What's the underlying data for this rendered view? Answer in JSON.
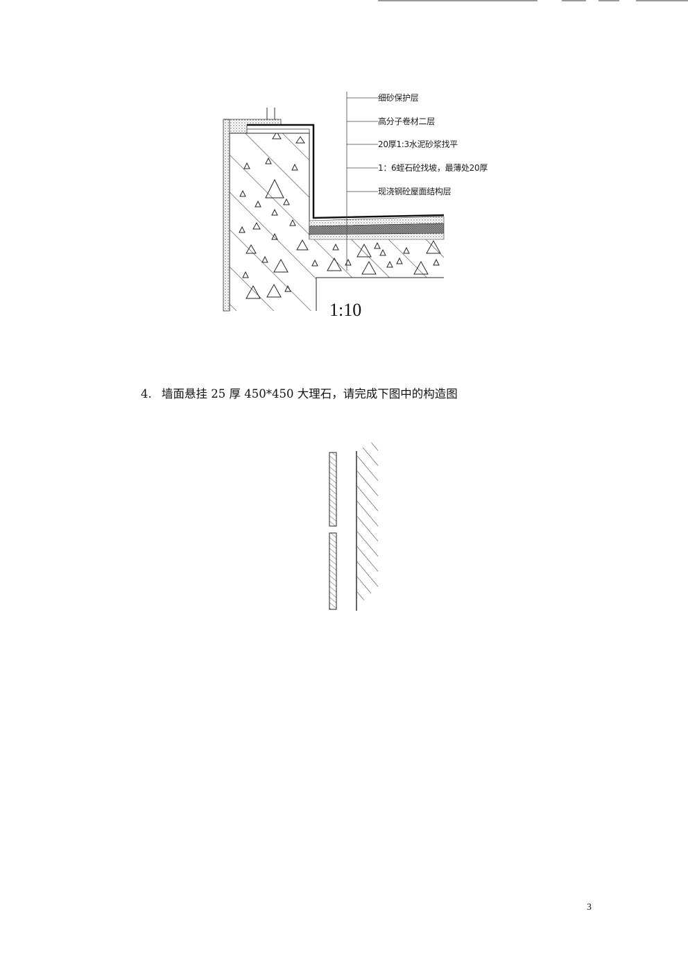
{
  "figure1": {
    "labels": [
      "细砂保护层",
      "高分子卷材二层",
      "20厚1:3水泥砂浆找平",
      "1：6蛭石砼找坡，最薄处20厚",
      "现浇钢砼屋面结构层"
    ],
    "scale": "1:10"
  },
  "question": {
    "number": "4.",
    "text": "墙面悬挂 25 厚 450*450 大理石，请完成下图中的构造图"
  },
  "page": {
    "number": "3"
  }
}
